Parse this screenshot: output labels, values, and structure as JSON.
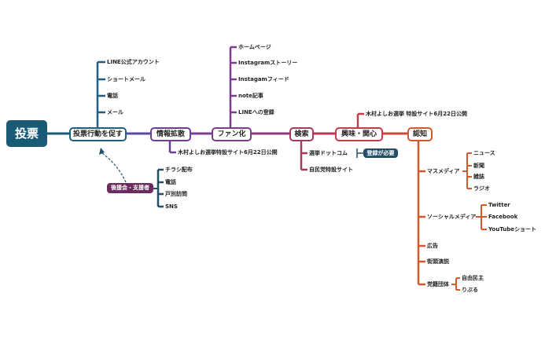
{
  "root": "投票",
  "main_nodes": {
    "action": "投票行動を促す",
    "spread": "情報拡散",
    "fan": "ファン化",
    "search": "検索",
    "interest": "興味・関心",
    "awareness": "認知"
  },
  "action_items": [
    "LINE公式アカウント",
    "ショートメール",
    "電話",
    "メール"
  ],
  "spread_items": [
    "木村よしお選挙特設サイト6月22日公開"
  ],
  "supporters_tag": "後援会・支援者",
  "supporters_items": [
    "チラシ配布",
    "電話",
    "戸別訪問",
    "SNS"
  ],
  "fan_items": [
    "ホームページ",
    "Instagramストーリー",
    "Instagamフィード",
    "note記事",
    "LINEへの登録"
  ],
  "search_items": [
    "選挙ドットコム",
    "自民党特設サイト"
  ],
  "register_tag": "登録が必要",
  "interest_items": [
    "木村よしお選挙 特設サイト6月22日公開"
  ],
  "awareness": {
    "mass_media": "マスメディア",
    "mass_media_items": [
      "ニュース",
      "新聞",
      "雑誌",
      "ラジオ"
    ],
    "social_media": "ソーシャルメディア",
    "social_media_items": [
      "Twitter",
      "Facebook",
      "YouTubeショート"
    ],
    "ads": "広告",
    "street": "街頭演説",
    "party_org": "党籍団体",
    "party_org_items": [
      "自由民主",
      "りぶる"
    ]
  },
  "colors": {
    "root": "#1b5a75",
    "action": "#1f5f80",
    "spread": "#6a3f96",
    "fan": "#7b3d8c",
    "search": "#a33a63",
    "interest": "#c43b4b",
    "awareness": "#d35a2c",
    "supporters_tag": "#6b2d5e",
    "register_tag": "#234e66"
  }
}
